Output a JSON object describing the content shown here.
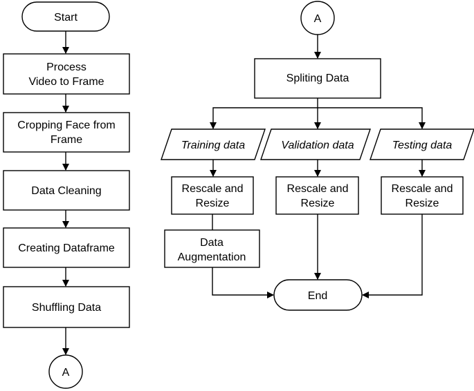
{
  "nodes": {
    "start": "Start",
    "process_video": [
      "Process",
      "Video to Frame"
    ],
    "crop_face": [
      "Cropping Face from",
      "Frame"
    ],
    "cleaning": "Data Cleaning",
    "dataframe": "Creating Dataframe",
    "shuffle": "Shuffling Data",
    "connector_bottom": "A",
    "connector_top": "A",
    "splitting": "Spliting Data",
    "training": "Training data",
    "validation": "Validation data",
    "testing": "Testing data",
    "rescale_train": [
      "Rescale and",
      "Resize"
    ],
    "rescale_val": [
      "Rescale and",
      "Resize"
    ],
    "rescale_test": [
      "Rescale and",
      "Resize"
    ],
    "augmentation": [
      "Data",
      "Augmentation"
    ],
    "end": "End"
  }
}
